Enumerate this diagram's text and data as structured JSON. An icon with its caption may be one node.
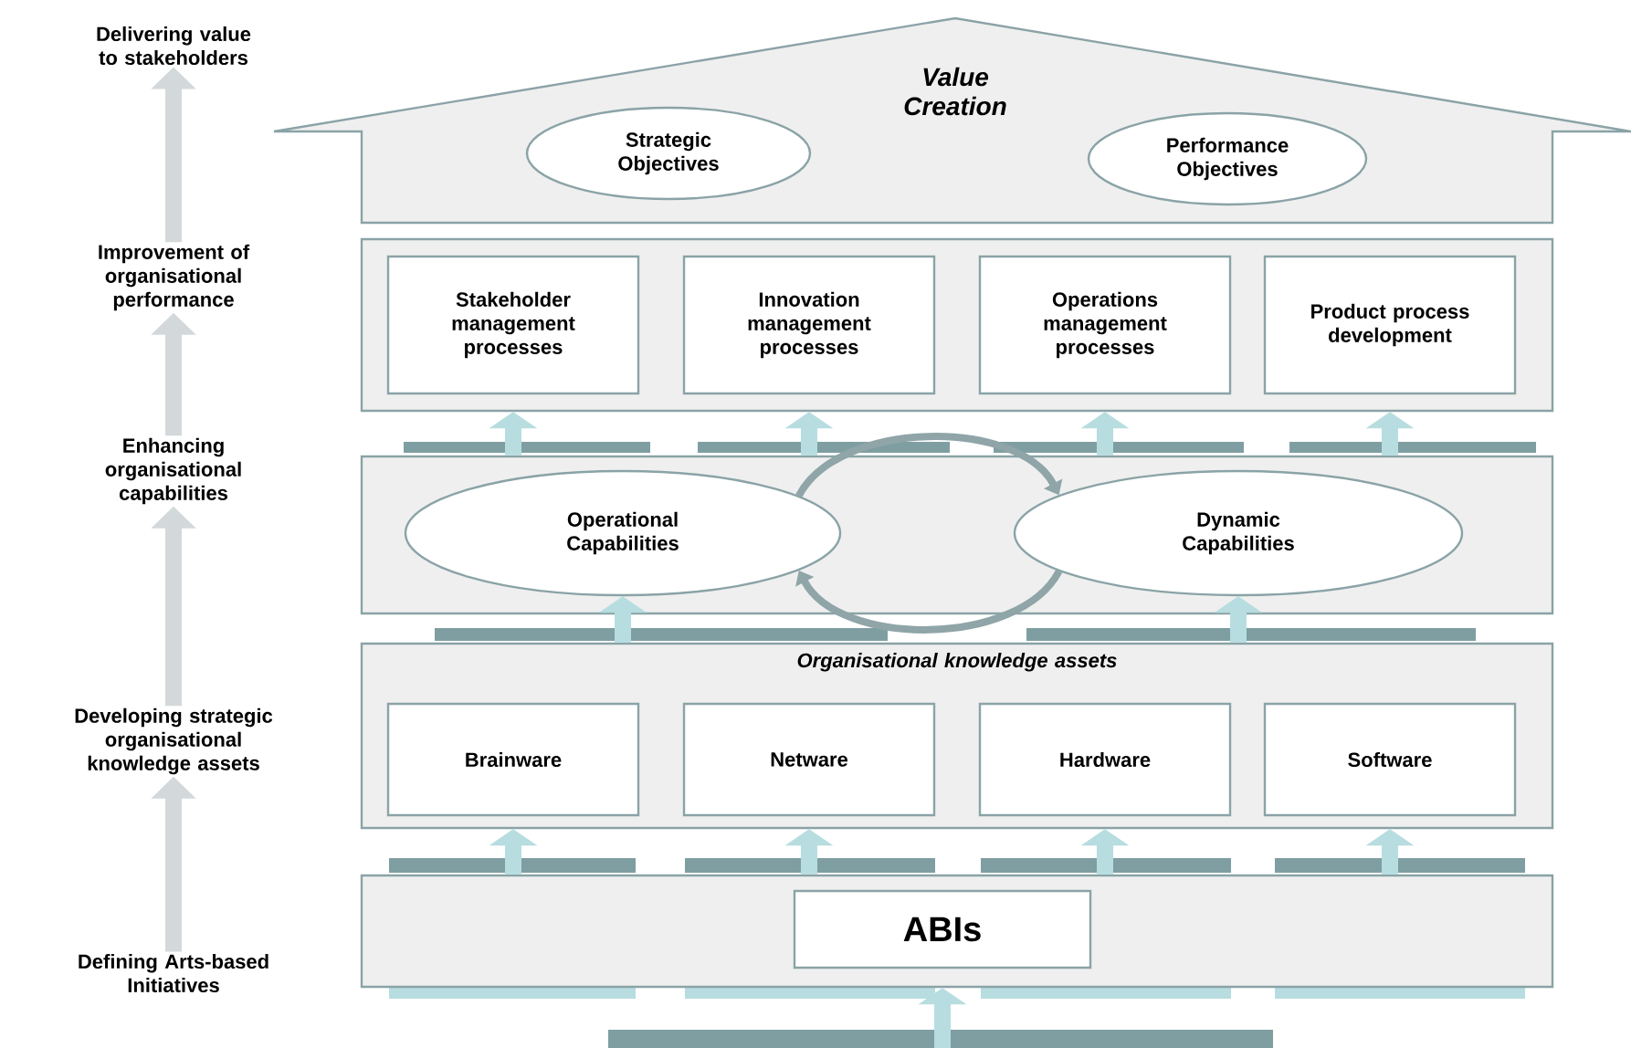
{
  "diagram": {
    "nodes": [
      {
        "text": [
          "Value Creation"
        ]
      },
      {
        "text": [
          "Strategic Objectives"
        ],
        "in": 0
      },
      {
        "text": [
          "Performance Objectives"
        ],
        "in": 0
      },
      {
        "text": [],
        "shape": "box"
      },
      {
        "text": [
          "Stakeholder management processes"
        ],
        "in": 3
      },
      {
        "text": [
          "Innovation management processes"
        ],
        "in": 3
      },
      {
        "text": [
          "Operations management processes"
        ],
        "in": 3
      },
      {
        "text": [
          "Product process development"
        ],
        "in": 3
      },
      {
        "text": [],
        "shape": "box"
      },
      {
        "text": [
          "Operational Capabilities"
        ],
        "in": 8
      },
      {
        "text": [
          "Dynamic Capabilities"
        ],
        "in": 8
      },
      {
        "text": [
          "Organisational knowledge assets"
        ]
      },
      {
        "text": [
          "Brainware"
        ],
        "in": 11
      },
      {
        "text": [
          "Netware"
        ],
        "in": 11
      },
      {
        "text": [
          "Hardware"
        ],
        "in": 11
      },
      {
        "text": [
          "Software"
        ],
        "in": 11
      },
      {
        "text": [],
        "shape": "box"
      },
      {
        "text": [
          "ABIs"
        ],
        "in": 16
      },
      {
        "text": [
          "Delivering value to stakeholders"
        ]
      },
      {
        "text": [
          "Improvement of organisational performance"
        ]
      },
      {
        "text": [
          "Enhancing organisational capabilities"
        ]
      },
      {
        "text": [
          "Developing strategic organisational knowledge assets"
        ]
      },
      {
        "text": [
          "Defining Arts-based Initiatives"
        ]
      }
    ],
    "edges": [
      {
        "from": null,
        "to": 16,
        "arrow": "to"
      },
      {
        "from": 16,
        "to": 12,
        "arrow": "to"
      },
      {
        "from": 16,
        "to": 13,
        "arrow": "to"
      },
      {
        "from": 16,
        "to": 14,
        "arrow": "to"
      },
      {
        "from": 16,
        "to": 15,
        "arrow": "to"
      },
      {
        "from": 11,
        "to": 9,
        "arrow": "to"
      },
      {
        "from": 11,
        "to": 10,
        "arrow": "to"
      },
      {
        "from": 9,
        "to": 10,
        "arrow": "to",
        "color": "#8fa5a8"
      },
      {
        "from": 10,
        "to": 9,
        "arrow": "to",
        "color": "#8fa5a8"
      },
      {
        "from": 8,
        "to": 4,
        "arrow": "to"
      },
      {
        "from": 8,
        "to": 5,
        "arrow": "to"
      },
      {
        "from": 8,
        "to": 6,
        "arrow": "to"
      },
      {
        "from": 8,
        "to": 7,
        "arrow": "to"
      },
      {
        "from": 22,
        "to": 21,
        "arrow": "to",
        "color": "#d3d9da"
      },
      {
        "from": 21,
        "to": 20,
        "arrow": "to",
        "color": "#d3d9da"
      },
      {
        "from": 20,
        "to": 19,
        "arrow": "to",
        "color": "#d3d9da"
      },
      {
        "from": 19,
        "to": 18,
        "arrow": "to",
        "color": "#d3d9da"
      }
    ]
  }
}
